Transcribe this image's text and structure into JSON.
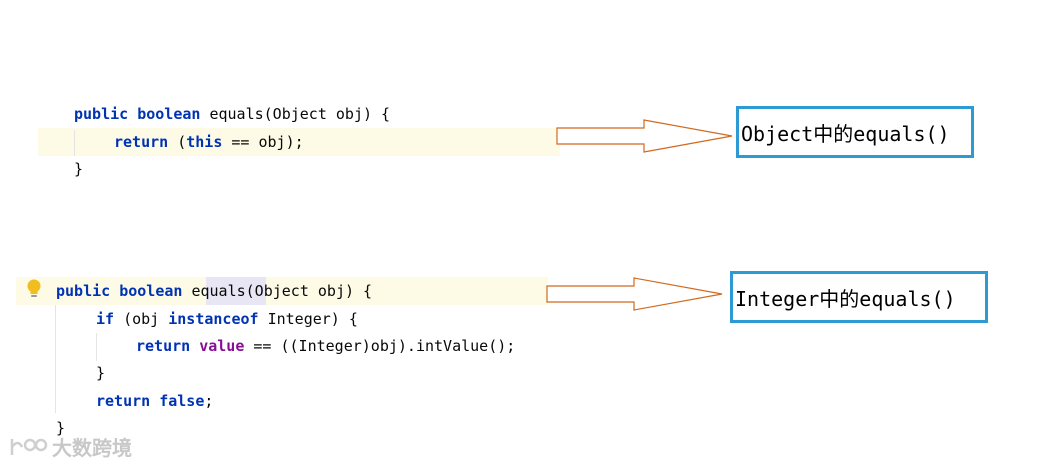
{
  "block1": {
    "line1": {
      "kw1": "public",
      "kw2": "boolean",
      "rest": " equals(Object obj) {"
    },
    "line2": {
      "kw": "return",
      "pre": " (",
      "kw2": "this",
      "rest": " == obj);"
    },
    "line3": "}"
  },
  "block2": {
    "line1": {
      "kw1": "public",
      "kw2": "boolean",
      "method": "equals",
      "rest": "(Object obj) {"
    },
    "line2": {
      "kw1": "if",
      "mid": " (obj ",
      "kw2": "instanceof",
      "rest": " Integer) {"
    },
    "line3": {
      "kw": "return",
      "field": "value",
      "rest": " == ((Integer)obj).intValue();"
    },
    "line4": "}",
    "line5": {
      "kw": "return",
      "kw2": "false",
      "rest": ";"
    },
    "line6": "}"
  },
  "callouts": {
    "object": "Object中的equals()",
    "integer": "Integer中的equals()"
  },
  "watermark": "大数跨境",
  "colors": {
    "keyword": "#0033b3",
    "field": "#871094",
    "highlight": "#fdfbe6",
    "callout_border": "#2d9ad4",
    "arrow": "#d2691e"
  }
}
